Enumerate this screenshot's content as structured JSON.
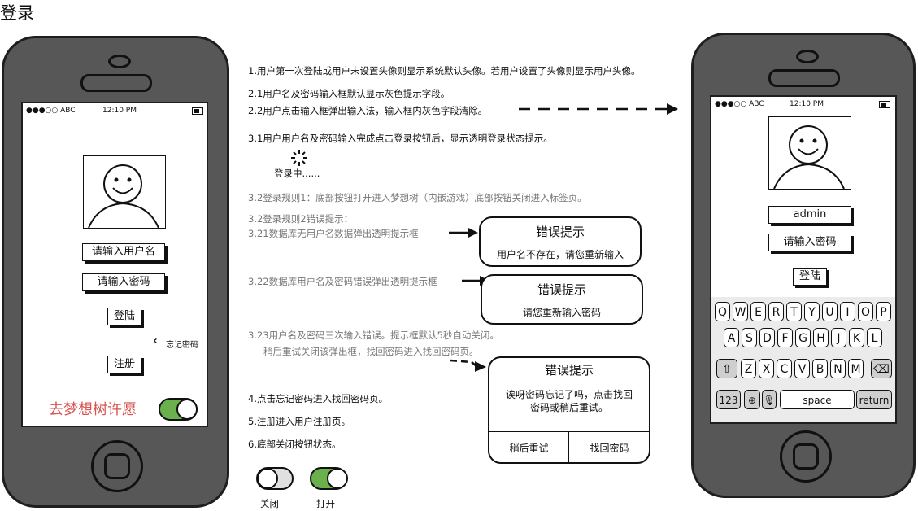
{
  "page_title": "登录",
  "left_phone": {
    "status": {
      "carrier": "●●●○○ ABC",
      "time": "12:10 PM"
    },
    "username_placeholder": "请输入用户名",
    "password_placeholder": "请输入密码",
    "login_label": "登陆",
    "forgot_label": "忘记密码",
    "register_label": "注册",
    "bottom_label": "去梦想树许愿",
    "accent_color": "#d9534f",
    "toggle_color": "#6ab04c",
    "toggle_state": "on"
  },
  "right_phone": {
    "status": {
      "carrier": "●●●○○ ABC",
      "time": "12:10 PM"
    },
    "username_value": "admin",
    "password_placeholder": "请输入密码",
    "login_label": "登陆",
    "keyboard": {
      "row1": [
        "Q",
        "W",
        "E",
        "R",
        "T",
        "Y",
        "U",
        "I",
        "O",
        "P"
      ],
      "row2": [
        "A",
        "S",
        "D",
        "F",
        "G",
        "H",
        "J",
        "K",
        "L"
      ],
      "row3": [
        "Z",
        "X",
        "C",
        "V",
        "B",
        "N",
        "M"
      ],
      "numbers_label": "123",
      "space_label": "space",
      "return_label": "return"
    }
  },
  "notes": {
    "n1": "1.用户第一次登陆或用户未设置头像则显示系统默认头像。若用户设置了头像则显示用户头像。",
    "n2_1": "2.1用户名及密码输入框默认显示灰色提示字段。",
    "n2_2": "2.2用户点击输入框弹出输入法，输入框内灰色字段清除。",
    "n3_1": "3.1用户用户名及密码输入完成点击登录按钮后，显示透明登录状态提示。",
    "loading": "登录中......",
    "n3_2": "3.2登录规则1：底部按钮打开进入梦想树（内嵌游戏）底部按钮关闭进入标签页。",
    "n3_2b": "3.2登录规则2错误提示：",
    "n3_21": "3.21数据库无用户名数据弹出透明提示框",
    "n3_22": "3.22数据库用户名及密码错误弹出透明提示框",
    "n3_23a": "3.23用户名及密码三次输入错误。提示框默认5秒自动关闭。",
    "n3_23b": "稍后重试关闭该弹出框，找回密码进入找回密码页。",
    "n4": "4.点击忘记密码进入找回密码页。",
    "n5": "5.注册进入用户注册页。",
    "n6": "6.底部关闭按钮状态。"
  },
  "dialogs": {
    "d1": {
      "title": "错误提示",
      "message": "用户名不存在，请您重新输入"
    },
    "d2": {
      "title": "错误提示",
      "message": "请您重新输入密码"
    },
    "d3": {
      "title": "错误提示",
      "message_line1": "诶呀密码忘记了吗，点击找回",
      "message_line2": "密码或稍后重试。",
      "retry_label": "稍后重试",
      "recover_label": "找回密码"
    }
  },
  "toggle_legend": {
    "off_label": "关闭",
    "on_label": "打开",
    "off_color": "#e0e0e0",
    "on_color": "#6ab04c"
  }
}
